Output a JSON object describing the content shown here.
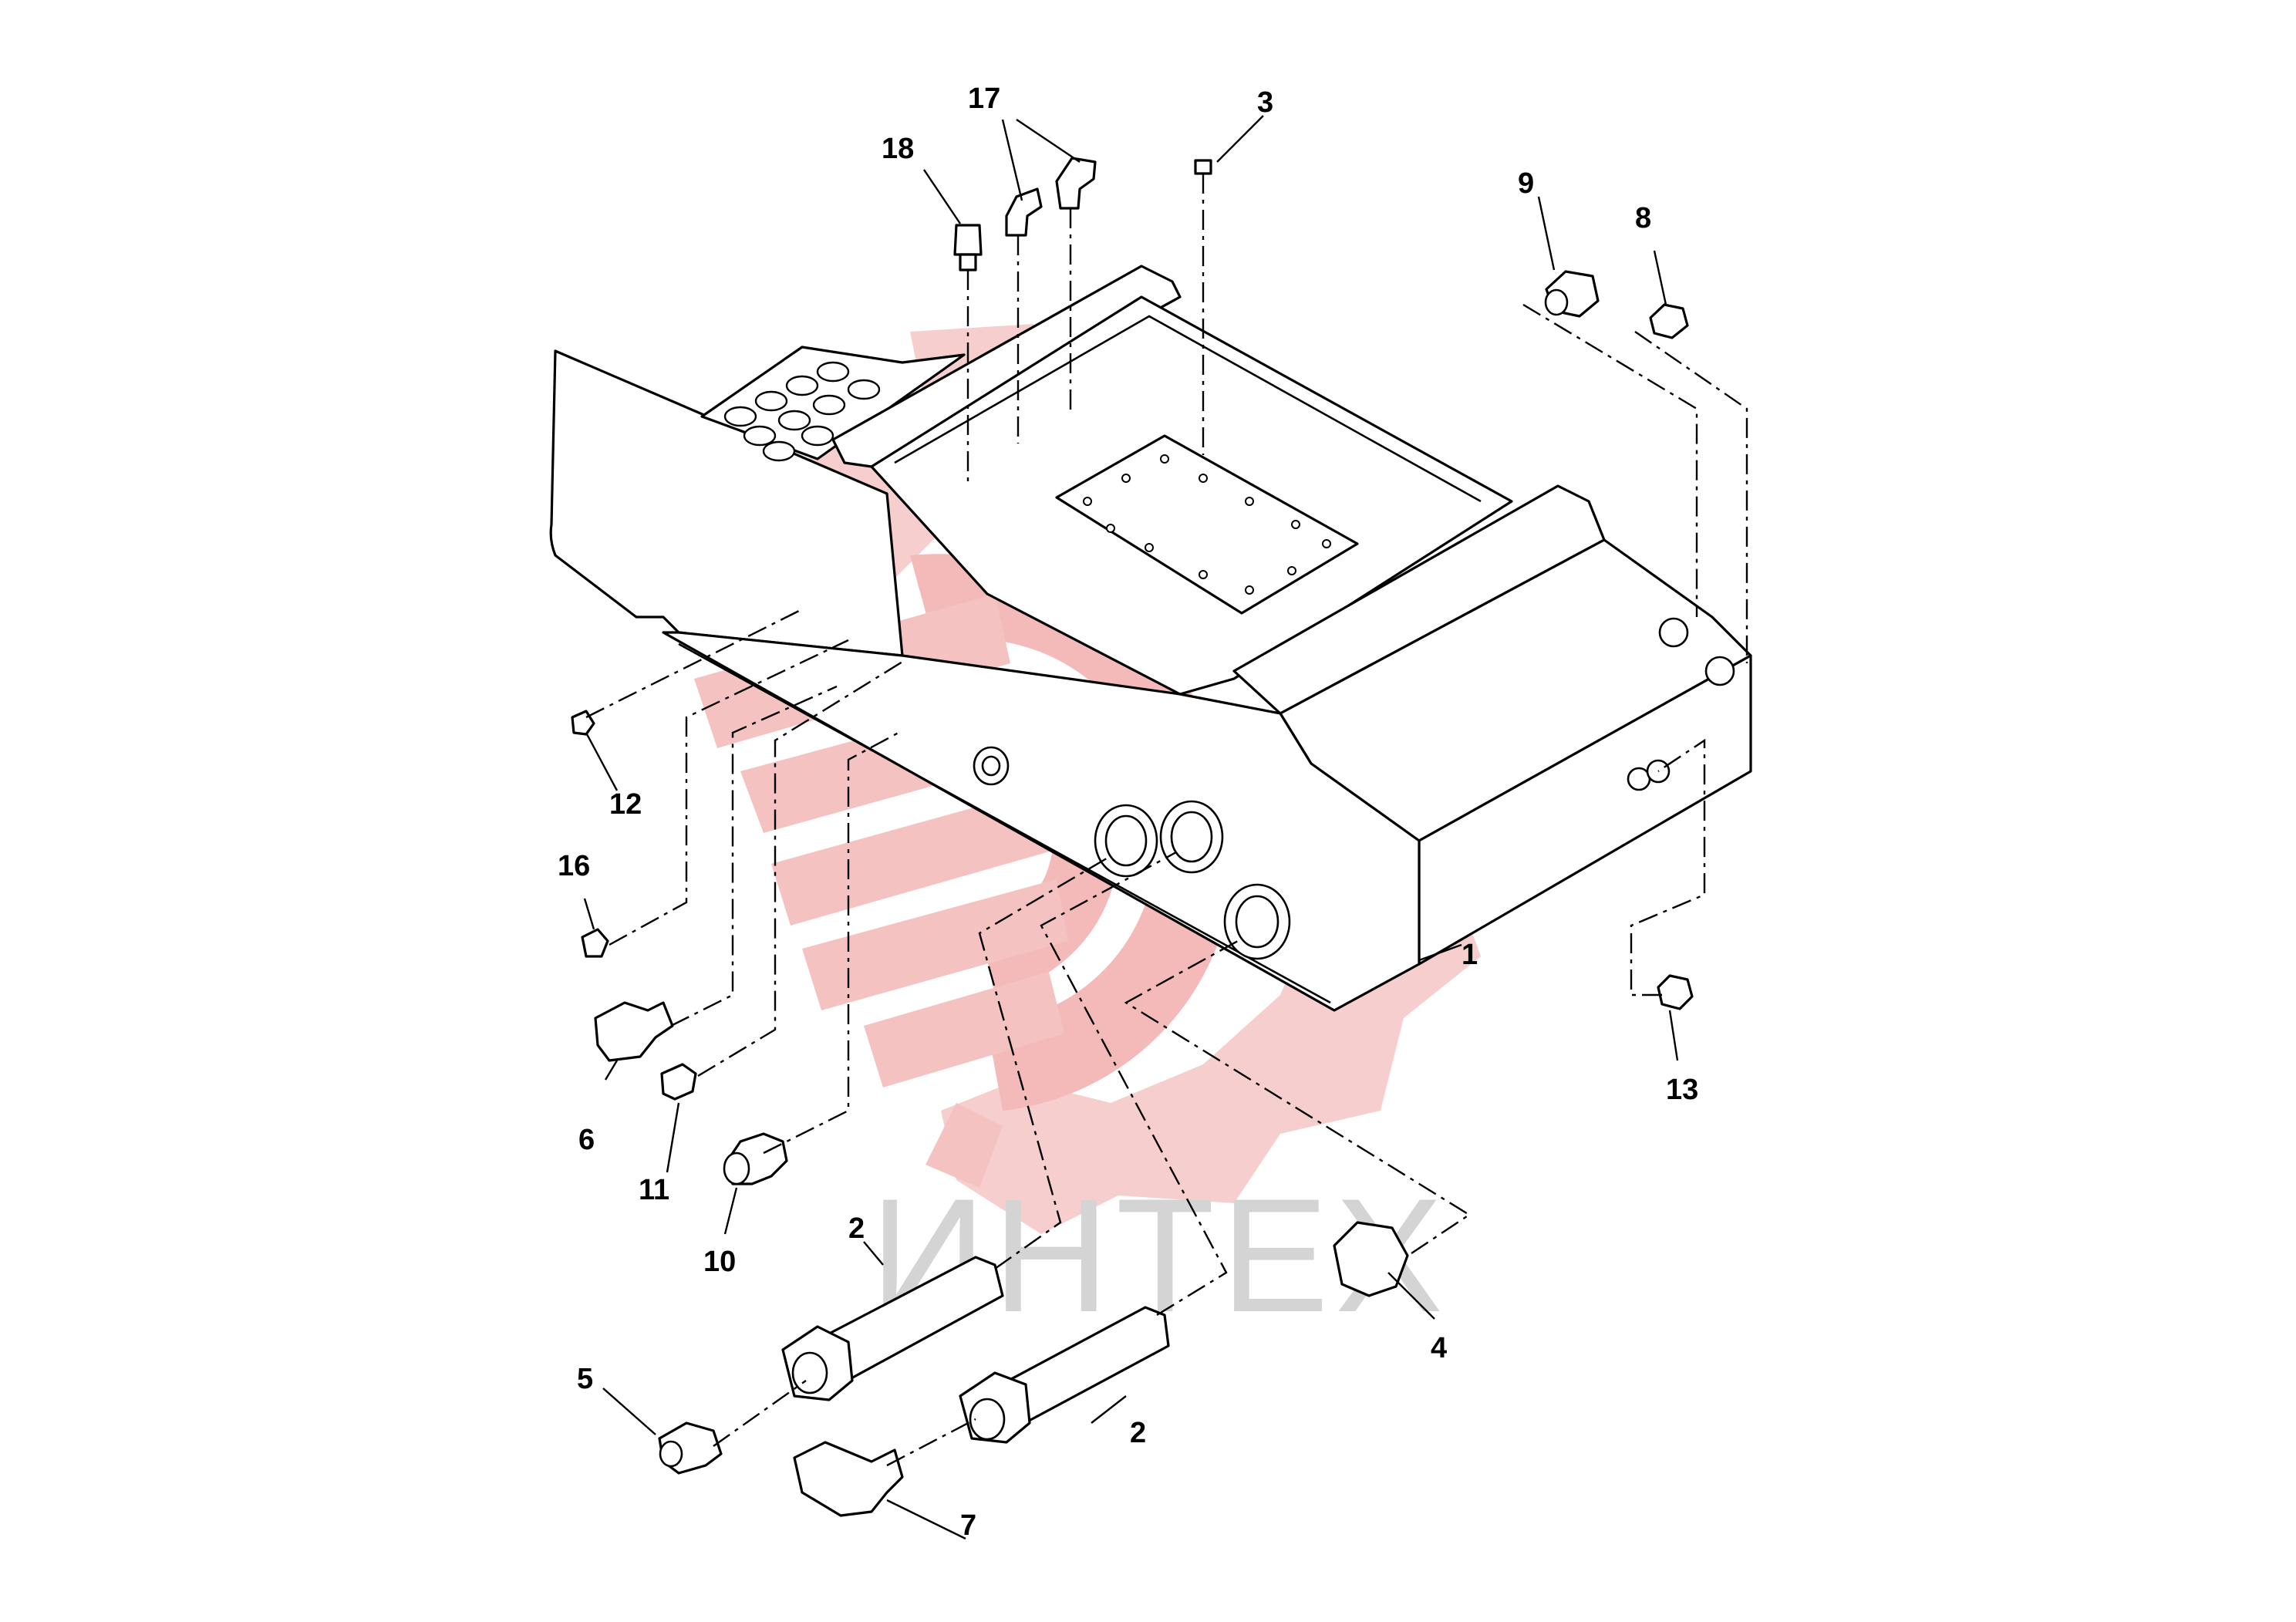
{
  "watermark": {
    "text": "ИНТЕХ",
    "logo_color": "#f4b8b8",
    "text_color": "#d4d4d4"
  },
  "callouts": [
    {
      "id": "1",
      "text": "1"
    },
    {
      "id": "2a",
      "text": "2"
    },
    {
      "id": "2b",
      "text": "2"
    },
    {
      "id": "3",
      "text": "3"
    },
    {
      "id": "4",
      "text": "4"
    },
    {
      "id": "5",
      "text": "5"
    },
    {
      "id": "6",
      "text": "6"
    },
    {
      "id": "7",
      "text": "7"
    },
    {
      "id": "8",
      "text": "8"
    },
    {
      "id": "9",
      "text": "9"
    },
    {
      "id": "10",
      "text": "10"
    },
    {
      "id": "11",
      "text": "11"
    },
    {
      "id": "12",
      "text": "12"
    },
    {
      "id": "13",
      "text": "13"
    },
    {
      "id": "16",
      "text": "16"
    },
    {
      "id": "17",
      "text": "17"
    },
    {
      "id": "18",
      "text": "18"
    }
  ]
}
